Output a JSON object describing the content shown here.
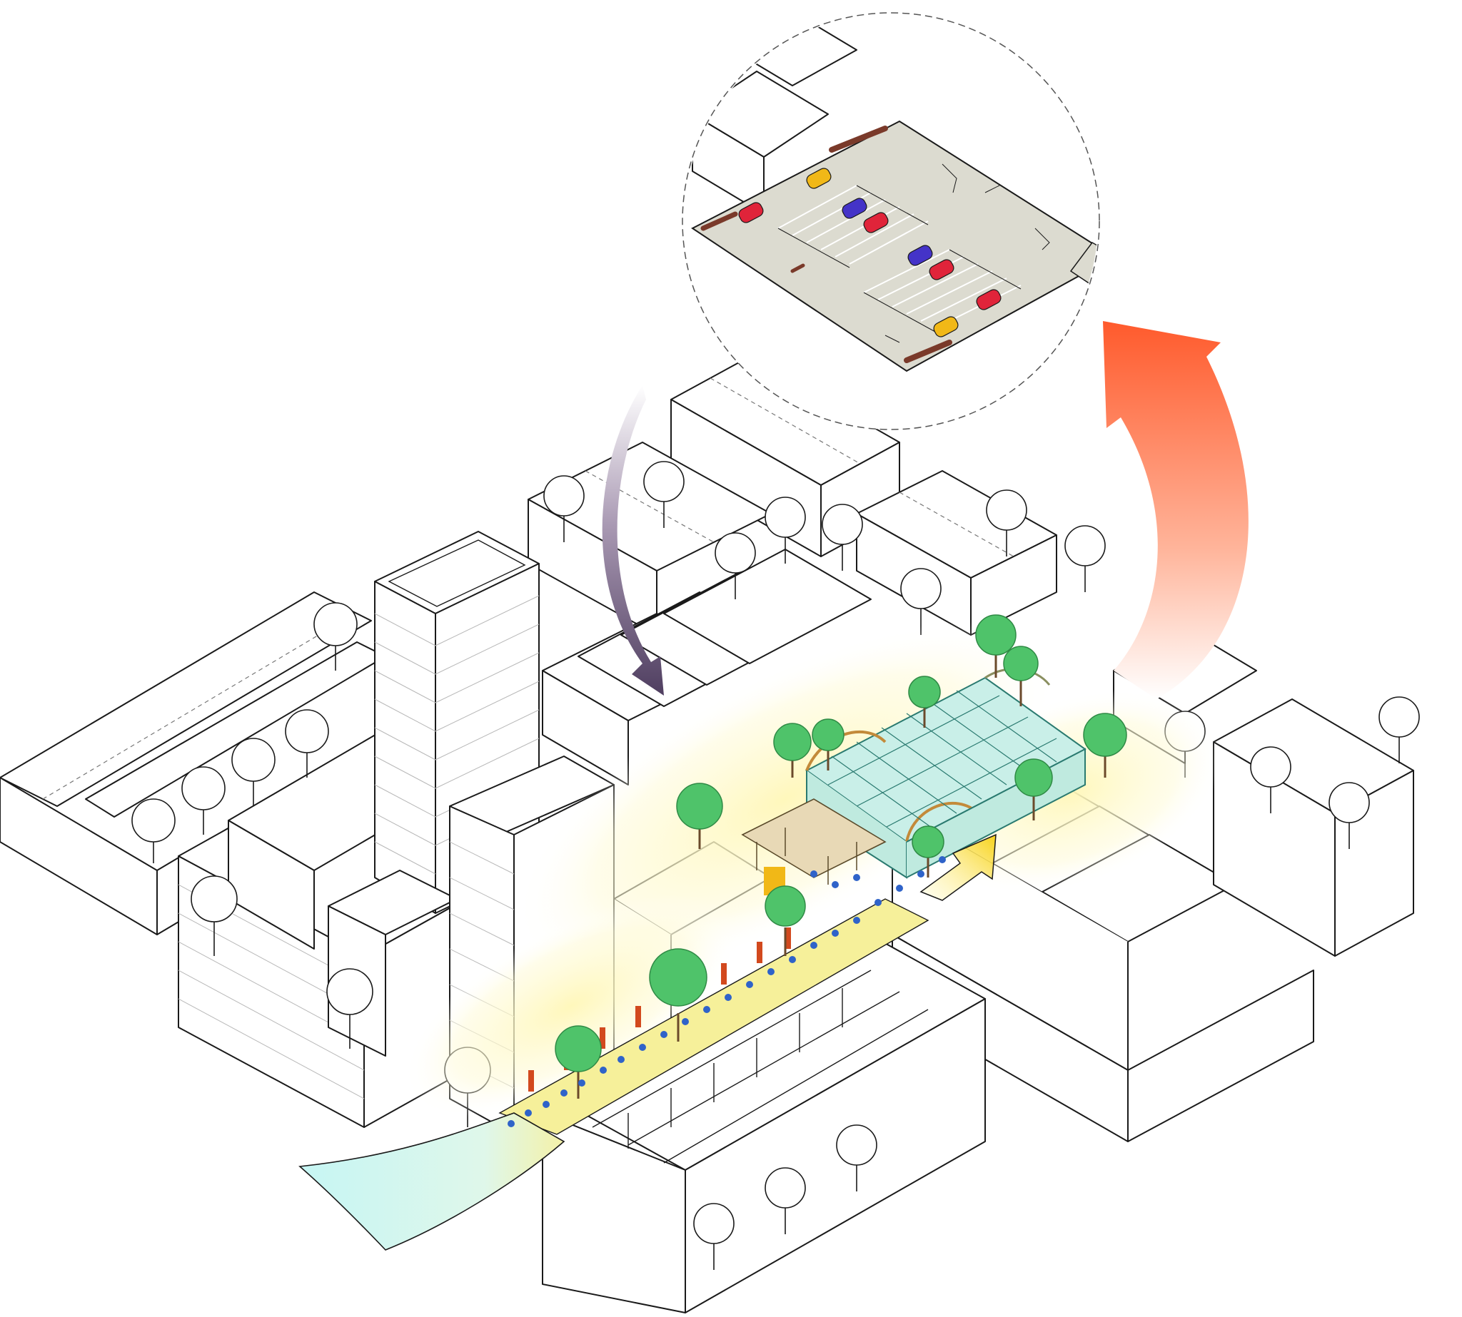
{
  "colors": {
    "background": "#ffffff",
    "line": "#1a1a1a",
    "glow": "#fff3a6",
    "street": "#f6f09a",
    "canal": "#c9f5f2",
    "greenery": "#4fc36a",
    "people": "#2f63c9",
    "doors": "#d2491e",
    "car_park_surface": "#dcdbd0",
    "car_red": "#e0243a",
    "car_blue": "#4433c8",
    "car_yellow": "#f1b817",
    "arrow_in": "#5b4a6b",
    "arrow_out": "#ff5a2c",
    "entry_arrow": "#f7d21a"
  },
  "inset": {
    "description_icon": "magnifier-circle",
    "cars": [
      {
        "color": "yellow"
      },
      {
        "color": "red"
      },
      {
        "color": "blue"
      },
      {
        "color": "red"
      },
      {
        "color": "blue"
      },
      {
        "color": "red"
      },
      {
        "color": "red"
      },
      {
        "color": "yellow"
      }
    ]
  },
  "arrows": {
    "incoming_icon": "curved-arrow-down-icon",
    "outgoing_icon": "curved-arrow-up-icon",
    "entry_icon": "entry-arrow-icon"
  }
}
